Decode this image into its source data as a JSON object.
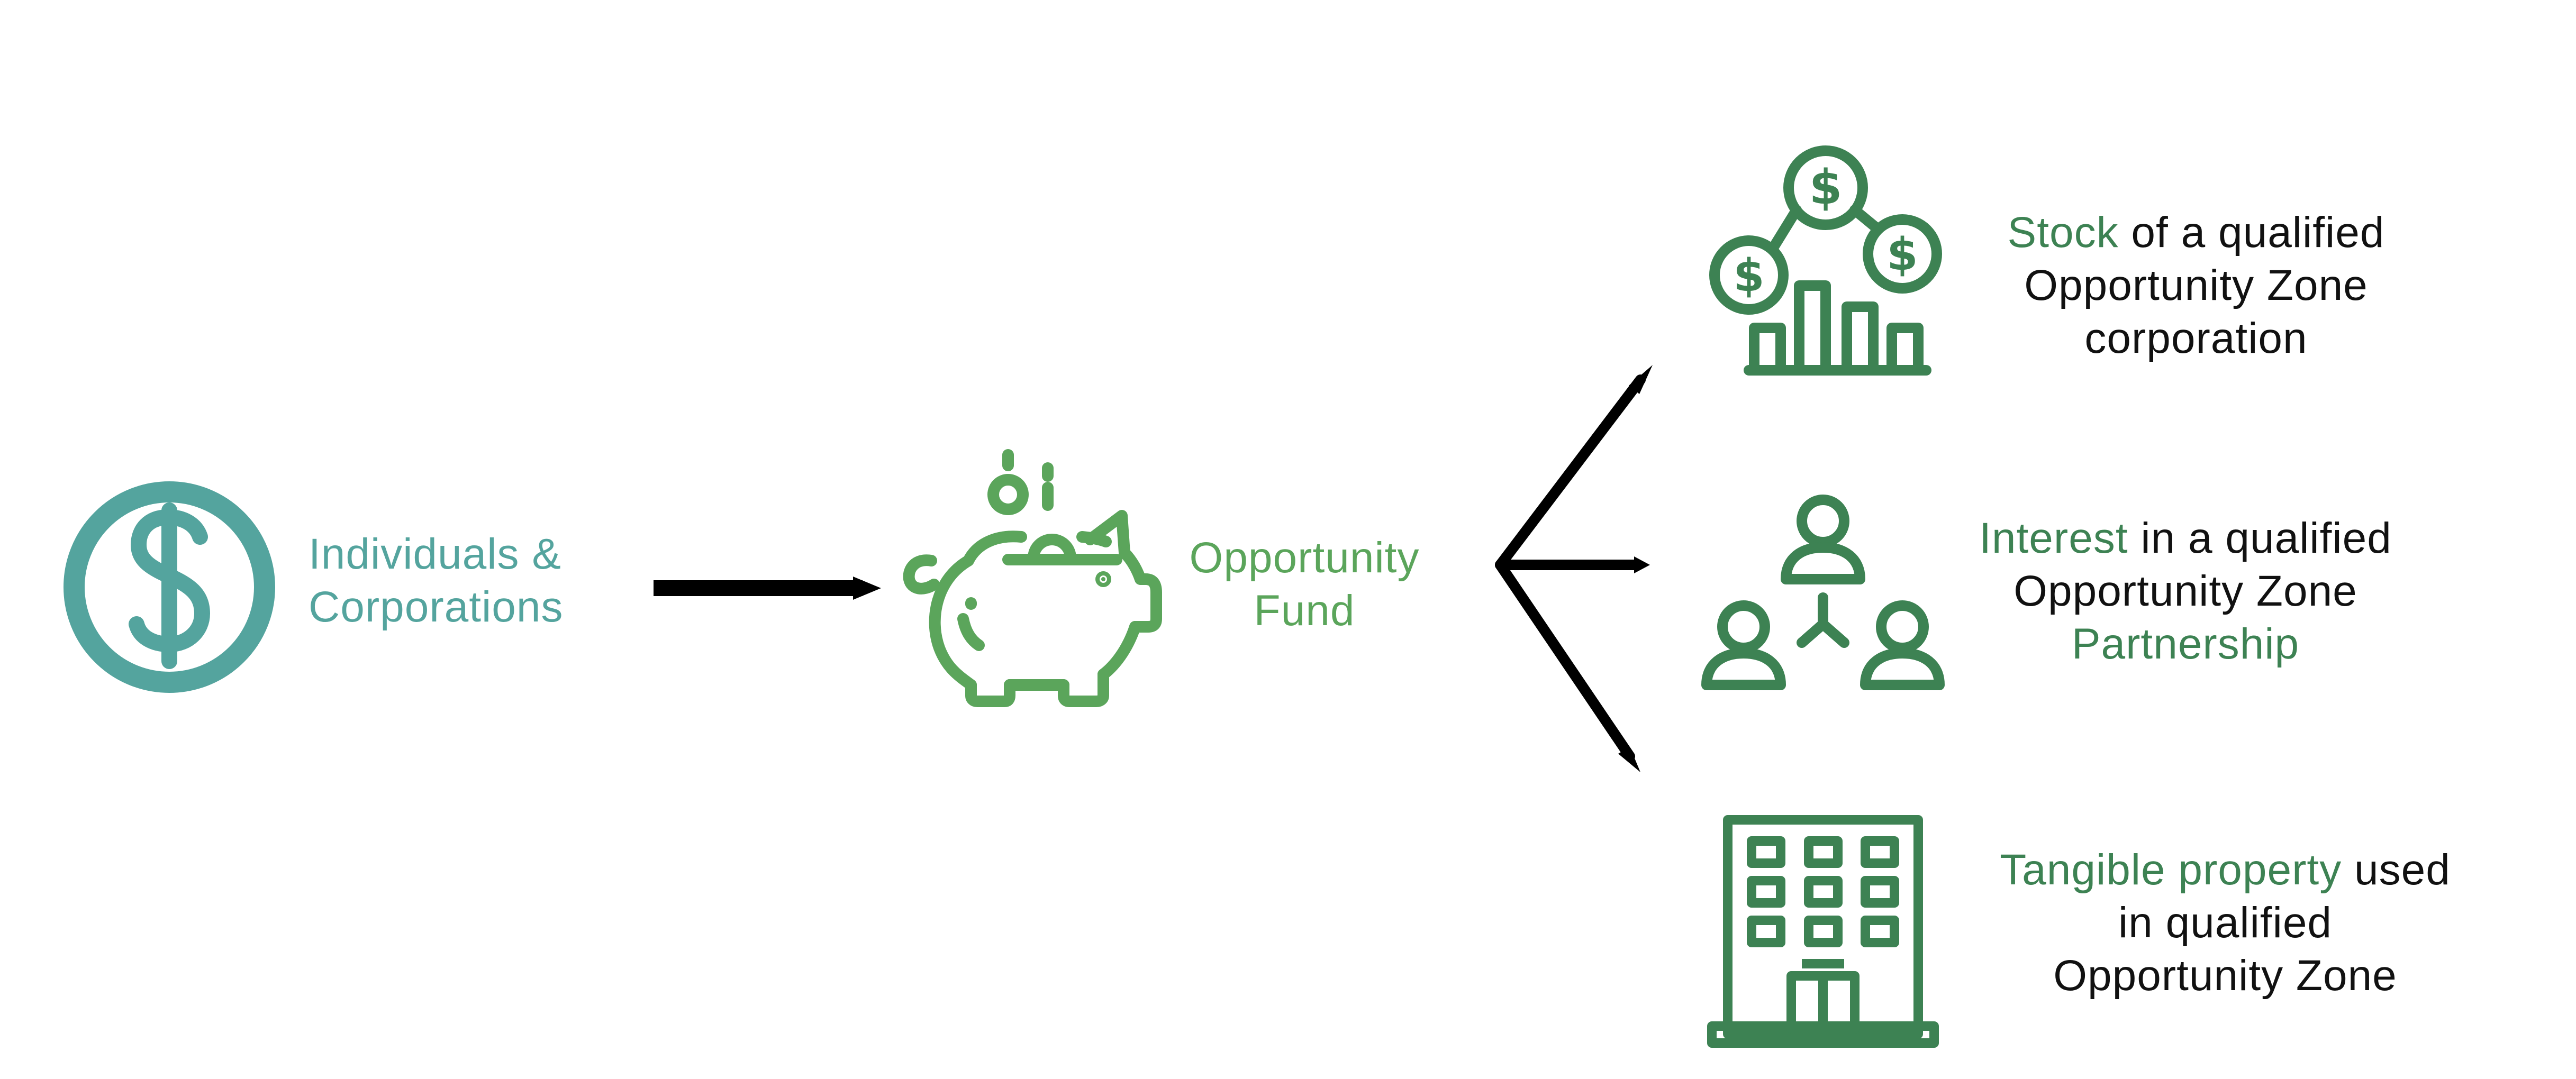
{
  "colors": {
    "teal": "#54A49E",
    "light_green": "#5BA55B",
    "dark_green": "#3D8253",
    "arrow": "#000000",
    "text_dark": "#111111"
  },
  "source": {
    "icon": "dollar-circle-icon",
    "label_line1": "Individuals &",
    "label_line2": "Corporations"
  },
  "fund": {
    "icon": "piggy-bank-icon",
    "label_line1": "Opportunity",
    "label_line2": "Fund"
  },
  "outcomes": [
    {
      "icon": "stock-coins-chart-icon",
      "highlight": "Stock",
      "rest_line1": " of a qualified",
      "line2": "Opportunity Zone",
      "line3": "corporation"
    },
    {
      "icon": "partnership-people-icon",
      "highlight": "Interest",
      "rest_line1": " in a qualified",
      "line2": "Opportunity Zone",
      "line3": "Partnership"
    },
    {
      "icon": "building-icon",
      "highlight": "Tangible property",
      "rest_line1": " used",
      "line2": "in qualified",
      "line3": "Opportunity Zone"
    }
  ]
}
